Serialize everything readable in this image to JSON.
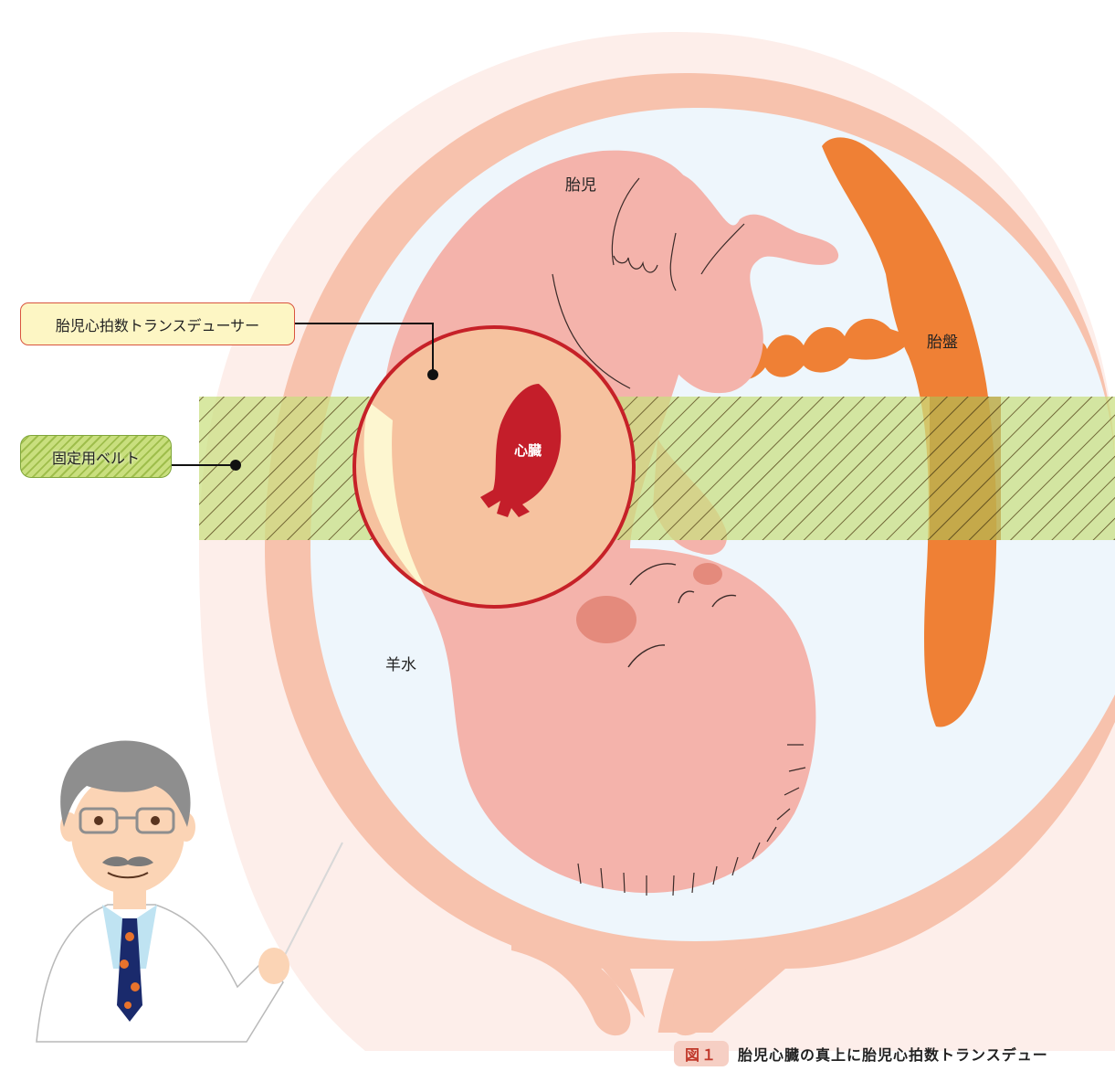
{
  "labels": {
    "fetus": "胎児",
    "placenta": "胎盤",
    "amniotic_fluid": "羊水",
    "heart": "心臓"
  },
  "callouts": {
    "transducer": "胎児心拍数トランスデューサー",
    "belt": "固定用ベルト"
  },
  "caption": {
    "tag": "図１",
    "text": "胎児心臓の真上に胎児心拍数トランスデュー"
  },
  "colors": {
    "uterus_outer": "#fdeeea",
    "uterus_wall": "#f7c2ad",
    "amniotic": "#eef6fc",
    "fetus": "#f4b3ab",
    "placenta": "#ef8035",
    "heart": "#c41e2a",
    "transducer_fill": "#f6c29f",
    "transducer_ring": "#c62128",
    "belt": "#c9df7e"
  }
}
